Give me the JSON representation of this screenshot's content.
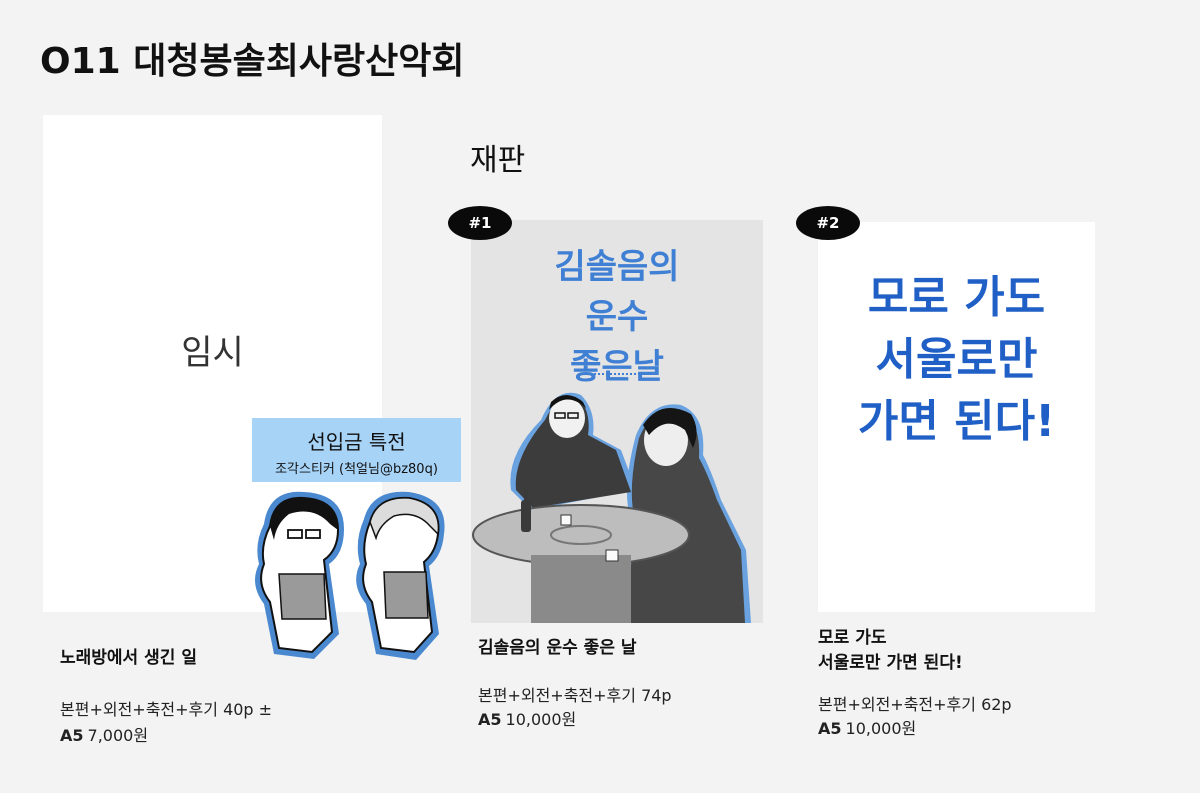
{
  "page": {
    "title": "O11 대청봉솔최사랑산악회",
    "reprint_label": "재판"
  },
  "card1": {
    "placeholder_label": "임시"
  },
  "bonus": {
    "title": "선입금 특전",
    "subtitle": "조각스티커 (척얼님@bz80q)"
  },
  "badges": [
    "#1",
    "#2"
  ],
  "cover1": {
    "title_lines": [
      "김솔음의",
      "운수",
      "좋은날"
    ]
  },
  "cover2": {
    "title_lines": [
      "모로 가도",
      "서울로만",
      "가면 된다!"
    ]
  },
  "books": [
    {
      "title": "노래방에서 생긴 일",
      "detail": "본편+외전+축전+후기 40p ±",
      "size": "A5",
      "price": "7,000원"
    },
    {
      "title": "김솔음의 운수 좋은 날",
      "detail": "본편+외전+축전+후기 74p",
      "size": "A5",
      "price": "10,000원"
    },
    {
      "title_lines": [
        "모로 가도",
        "서울로만 가면 된다!"
      ],
      "detail": "본편+외전+축전+후기 62p",
      "size": "A5",
      "price": "10,000원"
    }
  ],
  "colors": {
    "background": "#f3f3f3",
    "cover1_title": "#3f7fd4",
    "cover2_title": "#1f5fc6",
    "bonus_panel": "#a7d3f7",
    "badge": "#0a0a0a"
  }
}
